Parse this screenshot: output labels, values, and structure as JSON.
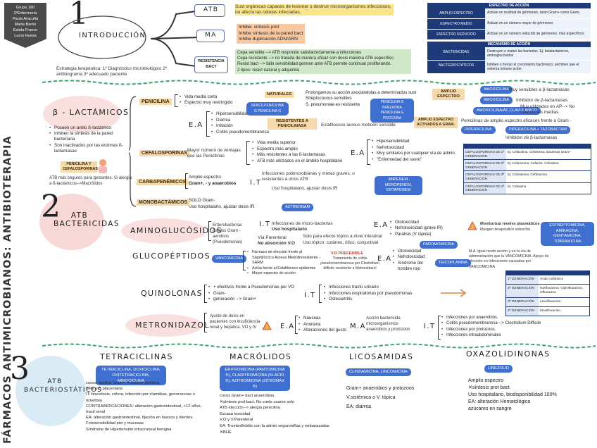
{
  "meta": {
    "group": [
      "Grupo 180",
      "2ºEnfermería",
      "Paula Aracuña",
      "Marta Barón",
      "Estela Franco",
      "Lucía Huesa"
    ]
  },
  "vertical_title": "FÁRMACOS ANTIMICROBIANOS: ANTIBIOTERAPIA",
  "intro": {
    "num": "1",
    "title": "INTRODUCCIÓN",
    "strategy": "Estrategia terapéutica: 1º Diagnóstico microbiológico 2º antibiograma 3º adecuado paciente",
    "atb": {
      "label": "ATB",
      "text": "Sust orgánicas capaces de lesionar o destruir microorganismos infecciosos, no afecta las células infectadas."
    },
    "ma": {
      "label": "MA",
      "lines": [
        "Inhibe. síntesis prot",
        "Inhibe síntesis de la pared bact",
        "Inhibe duplicación ADN/ARN"
      ]
    },
    "resist": {
      "label": "RESISTENCIA BACT",
      "lines": [
        "Cepa sensible --> ATB responde satisfactoriamente a infecciones",
        "Cepa resistente --> no tratada de manera eficaz con dosis máxima ATB específico",
        "Resist bact --> fallo sensibilidad germen ante ATB permite continuar proliferando.",
        "2 tipos: resist natural y adquirida"
      ]
    }
  },
  "table_top": {
    "header": "ESPECTRO DE ACCIÓN",
    "rows": [
      {
        "k": "AMPLIO ESPECTRO",
        "v": "Actúan en multitud de gérmenes, tanto Gram+ como Gram-"
      },
      {
        "k": "ESPECTRO MEDIO",
        "v": "Actúan en un número mayor de gérmenes"
      },
      {
        "k": "ESPECTRO REDUCIDO",
        "v": "Actúan en un número reducido de gérmenes, más específicos"
      }
    ],
    "header2": "MECANISMO DE ACCIÓN",
    "rows2": [
      {
        "k": "BACTERICIDAS",
        "v": "Destruyen o matan las bacterias. Ej: betalactámicos, aminoglucósidos"
      },
      {
        "k": "BACTERIOSTÁTICOS",
        "v": "Inhiben o frenan el crecimiento bacteriano, permiten que el sistema inmune actúe"
      }
    ]
  },
  "section2": {
    "num": "2",
    "title": "ATB BACTERICIDAS"
  },
  "beta": {
    "title": "β - LACTÁMICOS",
    "bullets": [
      "Poseen un anillo ß-lactámico",
      "Inhiben la síntesis de la pared bacteriana",
      "Son inactivados por las enzimas ß-lactamasas"
    ],
    "pen_label": "PENICILINA Y CEFALOSPORINAS",
    "pen_note": "ATB más seguros para gestantes. Si alergia a ß-lactámicos-->Macrólidos",
    "penicilina": {
      "label": "PENICILINA",
      "lines": [
        "Vida media corta",
        "Espectro muy restringido"
      ]
    },
    "ea": "E.A",
    "ea_list": [
      "Hipersensibilidad",
      "Diarrea",
      "Irritación",
      "Colitis pseudomembranosa"
    ],
    "naturales": {
      "label": "NATURALES",
      "lines": [
        "Prolongamos su acción asociándolas a determinados sust",
        "Streptococcus sensibles",
        "S. pneumoniae es resistente"
      ]
    },
    "bencil": "BENCILPENICILINA G PENICILINA G",
    "peni_benz": "PENICILINA G BENZATINA PENICILINA G PROCAÍNA",
    "amplio": "AMPLIO ESPECTRO",
    "amoxicilina": "AMOXICILINA",
    "amoxi_t": "Muy sensibles a β-lactamasas",
    "amoxi_clav": "AMOXICILINA",
    "amoxi_clav_t": "Inhibidor de β-lactamasas",
    "amoxi_clav2": "AMOXICILINA/ÁC.CLAVULÁNICO",
    "amoxi_clav2_t": "Muy utilizados en AP--> No infecciones medias",
    "resistentes": "RESISTENTES A PENICILINASA",
    "resistentes_t": "Estafilococo aureus meticilin sensible",
    "amplio2": "AMPLIO ESPECTRO ACTIVADOS A GRAM-",
    "amplio2_t": "Penicilinas de amplio espectro eficaces frente a Gram -",
    "piperacilina": "PIPERACILINA",
    "pip_tazo": "PIPERACILINA + TAZOBACTAM",
    "pip_t": "Inhibidor de β-lactamasas"
  },
  "cefalosporinas": {
    "label": "CEFALOSPORINAS",
    "desc": "Mayor número de ventajas que las Penicilinas",
    "bullets": [
      "Vida media superior",
      "Espectro más amplio",
      "Más resistentes a las ß-lactamasas",
      "ATB más utilizados en el ámbito hospitalario"
    ],
    "ea": "E.A",
    "ea_list": [
      "Hipersensibilidad",
      "Nefrotoxicidad",
      "Muy similares por cualquier vía de admin.",
      "\"Enfermedad del suero\""
    ],
    "gen_table": [
      {
        "k": "CEFALOSPORINAS DE 1ª GENERACIÓN",
        "v": "Ej: Cefazolina, Cefalexina. Bacterias Gram+"
      },
      {
        "k": "CEFALOSPORINAS DE 2ª GENERACIÓN",
        "v": "Ej: Cefuroxima, Cefaclor, Cefoxitina"
      },
      {
        "k": "CEFALOSPORINAS DE 3ª GENERACIÓN",
        "v": "Ej: Cefotaxima, Ceftriaxona"
      },
      {
        "k": "CEFALOSPORINAS DE 4ª GENERACIÓN",
        "v": "Ej: Cefepima"
      }
    ]
  },
  "carbapenemicos": {
    "label": "CARBAPENÉMICOS",
    "l1": "Amplio espectro",
    "l2": "Gram+, - y anaerobios",
    "it": "I.T",
    "it_t": "Infecciones polimicrobianas y mixtas graves, o resistentes a otros ATB",
    "it_t2": "Uso hospitalario, ajustar dosis IR",
    "drugs": "IMIPENEM, MEROPENEM, ERTAPENEM"
  },
  "monobactamicos": {
    "label": "MONOBACTÁMICOS",
    "l1": "SOLO Gram-",
    "l2": "Uso hospitalario, ajustar dosis IR",
    "drug": "AZTREONAM"
  },
  "aminoglucosidos": {
    "title": "AMINOGLUCÓSIDOS",
    "desc": "Enterobacterias Bacilos Gram - aerobios (Pseudomonas)",
    "it": "I.T",
    "it_t": "Infecciones de micro-bacterias",
    "it_t2": "Uso hospitalario",
    "via": "Vía Parenteral",
    "via2": "No absorción V.O",
    "solo": "Solo para efecto tópico a nivel intestinal",
    "uso": "Uso tópico: cutáneo, ótico, conjuntival",
    "ea": "E.A",
    "ea_list": [
      "Ototoxicidad",
      "Nefrotoxicidad (grave IR)",
      "Parálisis (V rápida)"
    ],
    "monitor": "Monitorizar niveles plasmáticos",
    "monitor2": "Margen terapéutico estrecho",
    "drugs": "ESTREPTOMICINA, AMIKACINA, GENTAMICINA, TOBRAMICINA",
    "paro": "PAROMOMICINA"
  },
  "glucopeptidos": {
    "title": "GLUCOPÉPTIDOS",
    "drug": "VANCOMICINA",
    "bullets": [
      "Fármaco de elección frente al Staphilococo Aureus Meticilinresistente - SARM",
      "Actúa frente al Estafilococo epidermis",
      "Mayor espectro de acción"
    ],
    "vo": "V.O PREFERIBLE",
    "vo_t": "Tratamiento de colitis pseudomembranosa por Clostridium difficile resistente a Metronidazol",
    "ea": "E.A",
    "ea_list": [
      "Ototoxicidad",
      "Nefrotoxicidad",
      "Síndrome del hombre rojo"
    ],
    "teico": "TEICOPLANINA",
    "teico_t": "M.A. igual modo acción y en la vía de administración que la VANCOMICINA. Apoyo de elección en Infecciones causadas por VANCOMICINA"
  },
  "quinolonas": {
    "title": "QUINOLONAS",
    "bullets": [
      "+ efectivos frente a Pseudomonas por VO",
      "Gram-",
      "generación --> Gram+"
    ],
    "it": "I.T",
    "it_list": [
      "Infecciones tracto urinario",
      "Infecciones respiratorias por pseudomonas",
      "Osteoartritis"
    ],
    "gen_table": [
      {
        "k": "1ª GENERACIÓN",
        "v": "Ácido nalidíxico"
      },
      {
        "k": "2ª GENERACIÓN",
        "v": "Norfloxacino, Ciprofloxacino, Ofloxacino"
      },
      {
        "k": "3ª GENERACIÓN",
        "v": "Levofloxacino"
      },
      {
        "k": "4ª GENERACIÓN",
        "v": "Moxifloxacino"
      }
    ]
  },
  "metronidazol": {
    "title": "METRONIDAZOL",
    "desc": "Ajuste de dosis en pacientes con insuficiencia renal y hepática. VO y IV",
    "ea": "E.A",
    "ea_list": [
      "Náuseas",
      "Anorexia",
      "Alteraciones del gusto"
    ],
    "ma": "M.A",
    "ma_t": "Acción bactericida microorganismos anaerobios y protozoos",
    "it": "I.T",
    "it_list": [
      "Infecciones por anaerobios.",
      "Colitis pseudomembranosa --> Clostridium Difficile",
      "Infecciones por protozoos.",
      "Infecciones intraabdominales"
    ]
  },
  "section3": {
    "num": "3",
    "title": "ATB BACTERIOSTÁTICOS"
  },
  "tetraciclinas": {
    "title": "TETRACICLINAS",
    "drugs": "TETRACICLINA, DOXICICLINA, OXITETRACICLINA, MINOCICLINA",
    "lines": [
      "cocos, bacilos Gram+ ✕síntesis proteica",
      "BHE y B.placentaria",
      "IT: brucelosis, cólera, infección por clamidias, gonococcias o rickettsia",
      "CONTRAINDICACIONES: alteración gastrointestinal, <12 años, Insuf renal",
      "EA: alteración gastrointestinal, fijación en huesos y dientes. Fotosensibilidad piel y mucosas",
      "Síndrome de Hipertensión intracraneal benigna"
    ]
  },
  "macrolidos": {
    "title": "MACRÓLIDOS",
    "drugs": "ERITROMICINA (PANTOMICINA ®), CLARITROMICINA (KLACID ®), AZITROMICINA (ZITROMAX ®)",
    "lines": [
      "cocos Gram+ bact anaerobias",
      "✕síntesis prot bact. No suele usarse solo",
      "ATB elección--> alergia penicilina",
      "Escasa toxicidad",
      "V.O y V.Parenteral",
      "EA: Tromboflebitis con la admin seguroniñas y embarazadas ✕BHE"
    ]
  },
  "licosamidas": {
    "title": "LICOSAMIDAS",
    "drugs": "CLINDAMICINA, LINCOMICINA",
    "lines": [
      "Gram+ anaerobios y protozoos",
      "V.sistémica o V. tópica",
      "EA: diarrea"
    ]
  },
  "oxazolidinonas": {
    "title": "OXAZOLIDINONAS",
    "drug": "LINEZOLID",
    "lines": [
      "Amplio espectro",
      "✕síntesis prot bact",
      "Uso hospitalario, biodisponibilidad 100%",
      "EA: alteración Hematológica",
      "azúcares en sangre"
    ]
  }
}
